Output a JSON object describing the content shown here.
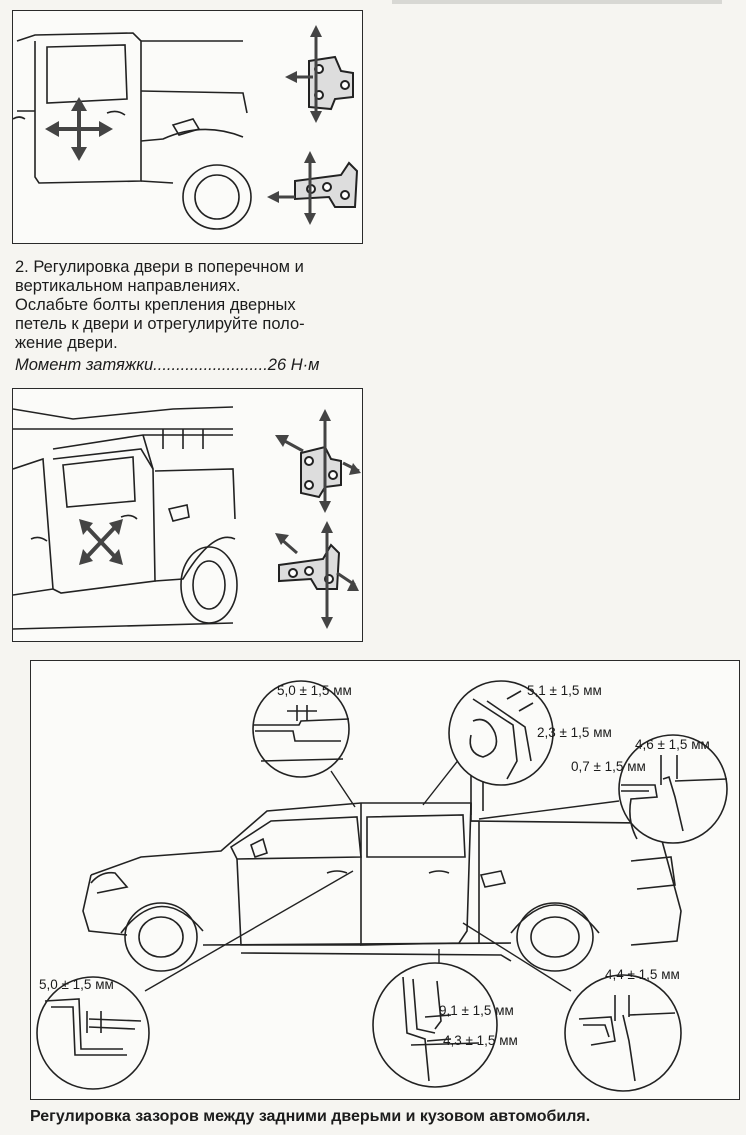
{
  "step": {
    "line1": "2. Регулировка двери в поперечном и",
    "line2": "вертикальном направлениях.",
    "line3": "Ослабьте болты крепления дверных",
    "line4": "петель к двери и отрегулируйте поло-",
    "line5": "жение двери."
  },
  "torque": {
    "label": "Момент затяжки",
    "value": "26 Н·м"
  },
  "gaps": {
    "top_left": "5,0 ± 1,5 мм",
    "top_mid_1": "5,1 ± 1,5 мм",
    "top_mid_2": "2,3 ± 1,5 мм",
    "top_right_1": "4,6 ± 1,5 мм",
    "top_right_2": "0,7 ± 1,5 мм",
    "bottom_left": "5,0 ± 1,5 мм",
    "bottom_mid_1": "9,1 ± 1,5 мм",
    "bottom_mid_2": "4,3 ± 1,5 мм",
    "bottom_right": "4,4 ± 1,5 мм"
  },
  "caption": "Регулировка зазоров между задними дверьми и кузовом автомобиля."
}
